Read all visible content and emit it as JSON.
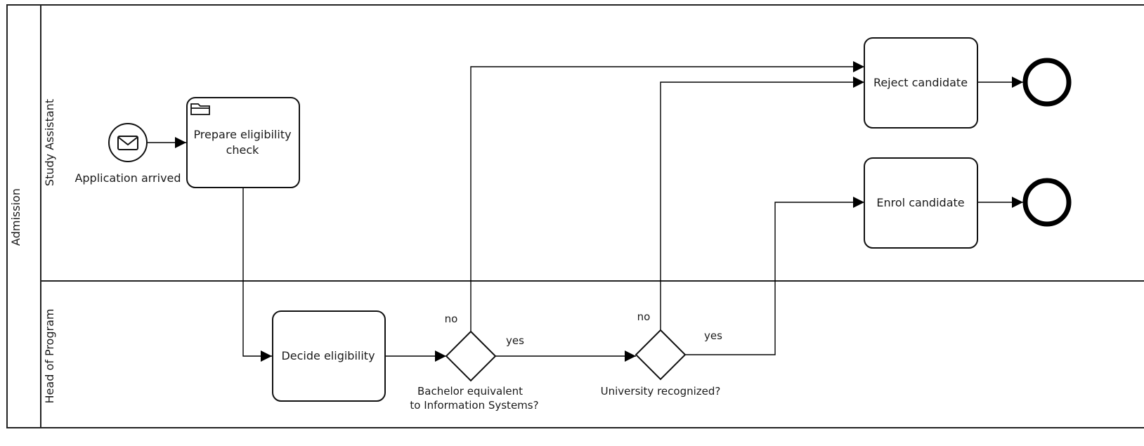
{
  "pool": {
    "name": "Admission"
  },
  "lanes": {
    "study_assistant": {
      "name": "Study Assistant"
    },
    "head_of_program": {
      "name": "Head of Program"
    }
  },
  "events": {
    "start": {
      "label": "Application arrived",
      "icon": "envelope-icon"
    },
    "end_reject": {
      "label": ""
    },
    "end_enrol": {
      "label": ""
    }
  },
  "tasks": {
    "prepare": {
      "line1": "Prepare eligibility",
      "line2": "check",
      "icon": "folder-icon"
    },
    "decide": {
      "label": "Decide eligibility"
    },
    "reject": {
      "label": "Reject candidate"
    },
    "enrol": {
      "label": "Enrol candidate"
    }
  },
  "gateways": {
    "bachelor": {
      "line1": "Bachelor equivalent",
      "line2": "to Information Systems?"
    },
    "university": {
      "label": "University recognized?"
    }
  },
  "flow_labels": {
    "bachelor_no": "no",
    "bachelor_yes": "yes",
    "university_no": "no",
    "university_yes": "yes"
  }
}
